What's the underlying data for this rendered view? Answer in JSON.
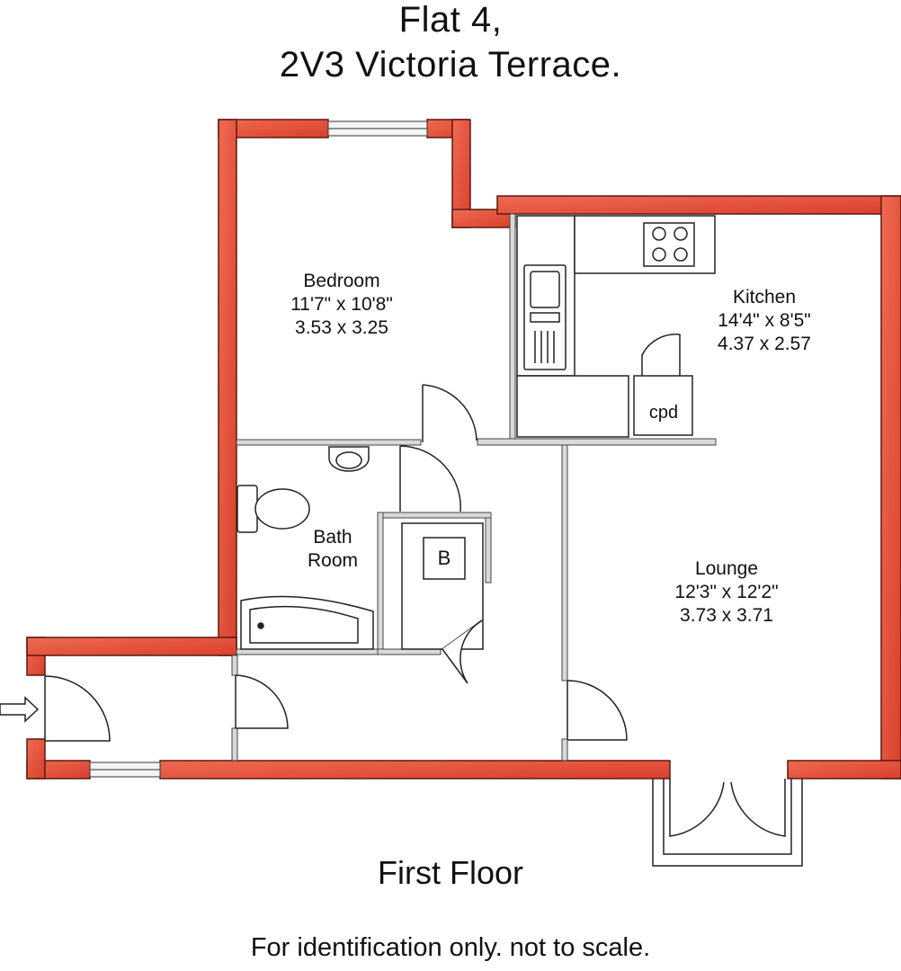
{
  "title": {
    "line1": "Flat 4,",
    "line2": "2V3 Victoria Terrace."
  },
  "rooms": {
    "bedroom": {
      "name": "Bedroom",
      "imperial": "11'7\" x 10'8\"",
      "metric": "3.53 x 3.25"
    },
    "kitchen": {
      "name": "Kitchen",
      "imperial": "14'4\" x 8'5\"",
      "metric": "4.37 x 2.57"
    },
    "bathroom": {
      "line1": "Bath",
      "line2": "Room"
    },
    "lounge": {
      "name": "Lounge",
      "imperial": "12'3\" x 12'2\"",
      "metric": "3.73 x 3.71"
    },
    "cupboard": "cpd",
    "boiler": "B"
  },
  "floor_label": "First Floor",
  "disclaimer": "For identification only. not to scale.",
  "colors": {
    "external_wall": "#e8503c",
    "wall_outline": "#5a1a10",
    "internal_wall": "#d9d9d9",
    "line": "#222222"
  }
}
